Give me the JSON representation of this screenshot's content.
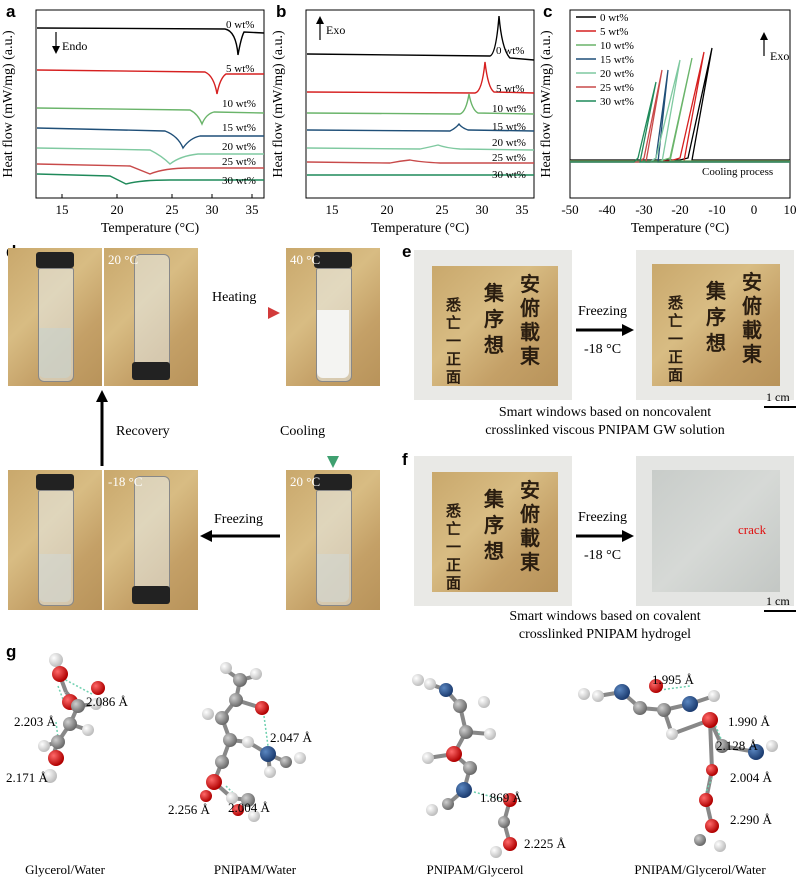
{
  "panels": {
    "a": "a",
    "b": "b",
    "c": "c",
    "d": "d",
    "e": "e",
    "f": "f",
    "g": "g"
  },
  "dsc_a": {
    "ylabel": "Heat flow (mW/mg) (a.u.)",
    "xlabel": "Temperature (°C)",
    "xticks": [
      "15",
      "20",
      "25",
      "30",
      "35"
    ],
    "annotation": "Endo",
    "series": [
      "0 wt%",
      "5 wt%",
      "10 wt%",
      "15 wt%",
      "20 wt%",
      "25 wt%",
      "30 wt%"
    ]
  },
  "dsc_b": {
    "ylabel": "Heat flow (mW/mg) (a.u.)",
    "xlabel": "Temperature (°C)",
    "xticks": [
      "15",
      "20",
      "25",
      "30",
      "35"
    ],
    "annotation": "Exo",
    "series": [
      "0 wt%",
      "5 wt%",
      "10 wt%",
      "15 wt%",
      "20 wt%",
      "25 wt%",
      "30 wt%"
    ]
  },
  "dsc_c": {
    "ylabel": "Heat flow (mW/mg) (a.u.)",
    "xlabel": "Temperature (°C)",
    "xticks": [
      "-50",
      "-40",
      "-30",
      "-20",
      "-10",
      "0",
      "10"
    ],
    "annotation": "Exo",
    "note": "Cooling process",
    "legend": [
      "0 wt%",
      "5 wt%",
      "10 wt%",
      "15 wt%",
      "20 wt%",
      "25 wt%",
      "30 wt%"
    ]
  },
  "colors": [
    "#000000",
    "#d62020",
    "#6ab46a",
    "#1f4f78",
    "#7fc9a0",
    "#c84a4a",
    "#1f8a5a"
  ],
  "panel_d": {
    "temp_top_left": "20 °C",
    "temp_top_right": "40 °C",
    "temp_bottom_left": "-18 °C",
    "temp_bottom_right": "20 °C",
    "heating": "Heating",
    "cooling": "Cooling",
    "freezing": "Freezing",
    "recovery": "Recovery"
  },
  "panel_e": {
    "arrow_top": "Freezing",
    "arrow_bottom": "-18 °C",
    "caption_1": "Smart windows based on noncovalent",
    "caption_2": "crosslinked viscous PNIPAM GW solution",
    "scale": "1 cm"
  },
  "panel_f": {
    "arrow_top": "Freezing",
    "arrow_bottom": "-18 °C",
    "crack": "crack",
    "caption_1": "Smart windows based on covalent",
    "caption_2": "crosslinked  PNIPAM hydrogel",
    "scale": "1 cm"
  },
  "panel_g": {
    "labels": [
      "Glycerol/Water",
      "PNIPAM/Water",
      "PNIPAM/Glycerol",
      "PNIPAM/Glycerol/Water"
    ],
    "bonds_1": [
      "2.086 Å",
      "2.203 Å",
      "2.171 Å"
    ],
    "bonds_2": [
      "2.047 Å",
      "2.256 Å",
      "2.004 Å"
    ],
    "bonds_3": [
      "1.869 Å",
      "2.225 Å"
    ],
    "bonds_4": [
      "1.995 Å",
      "1.990 Å",
      "2.128 Å",
      "2.004 Å",
      "2.290 Å"
    ]
  },
  "calligraphy": {
    "col1": "安俯載東",
    "col2": "集序想",
    "col3": "悉亡一正面"
  }
}
